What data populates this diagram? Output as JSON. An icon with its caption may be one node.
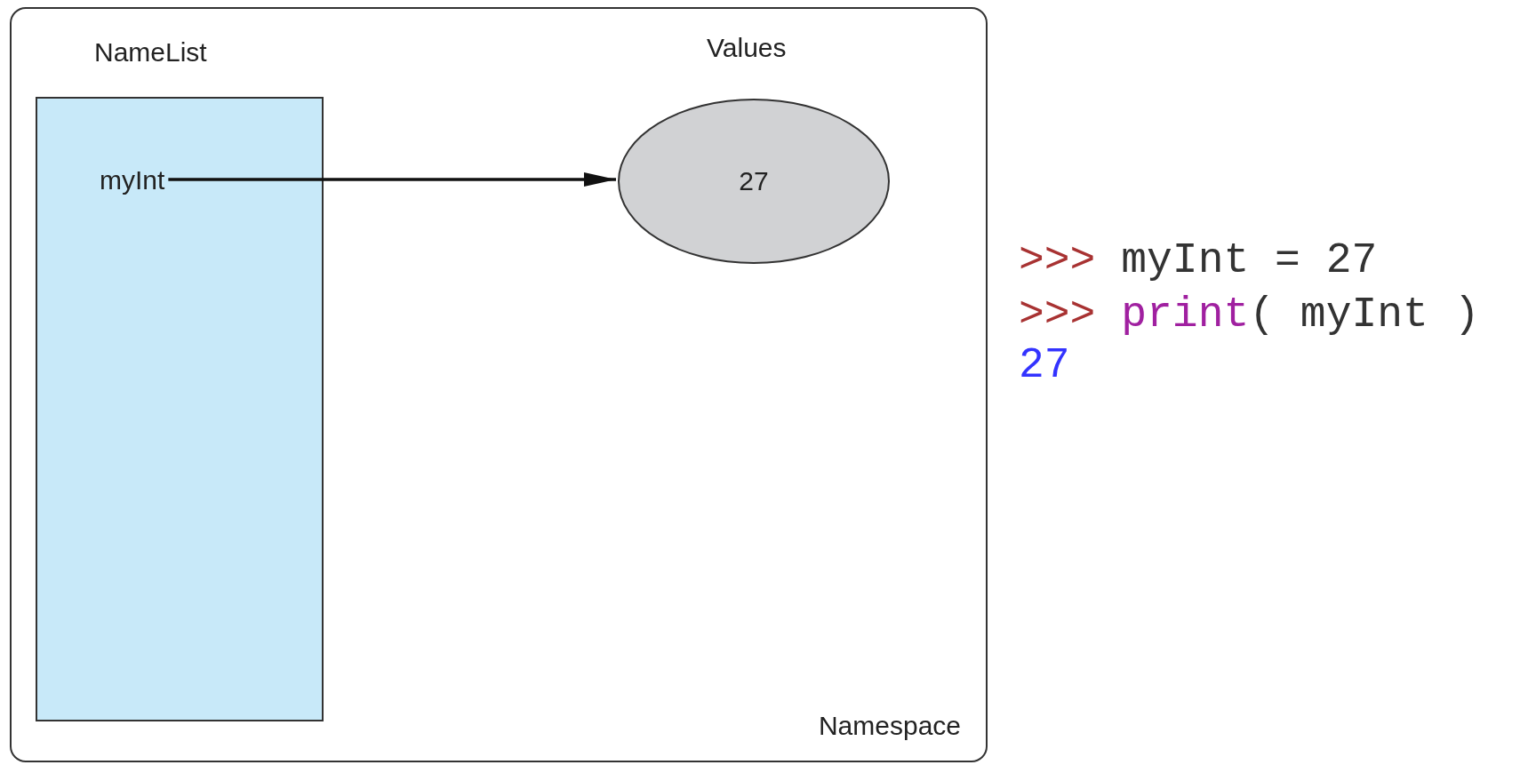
{
  "diagram": {
    "nodes": [
      {
        "text": [
          "Namespace"
        ]
      },
      {
        "text": [
          "NameList"
        ],
        "in": 0
      },
      {
        "text": [
          "myInt"
        ],
        "in": 1
      },
      {
        "text": [
          "Values",
          "27"
        ],
        "in": 0
      }
    ],
    "edges": [
      {
        "from": 2,
        "to": 3,
        "arrow": "to"
      }
    ],
    "labels": [
      ">>>",
      "myInt = 27",
      ">>>",
      "print",
      "( myInt )",
      "27"
    ]
  }
}
